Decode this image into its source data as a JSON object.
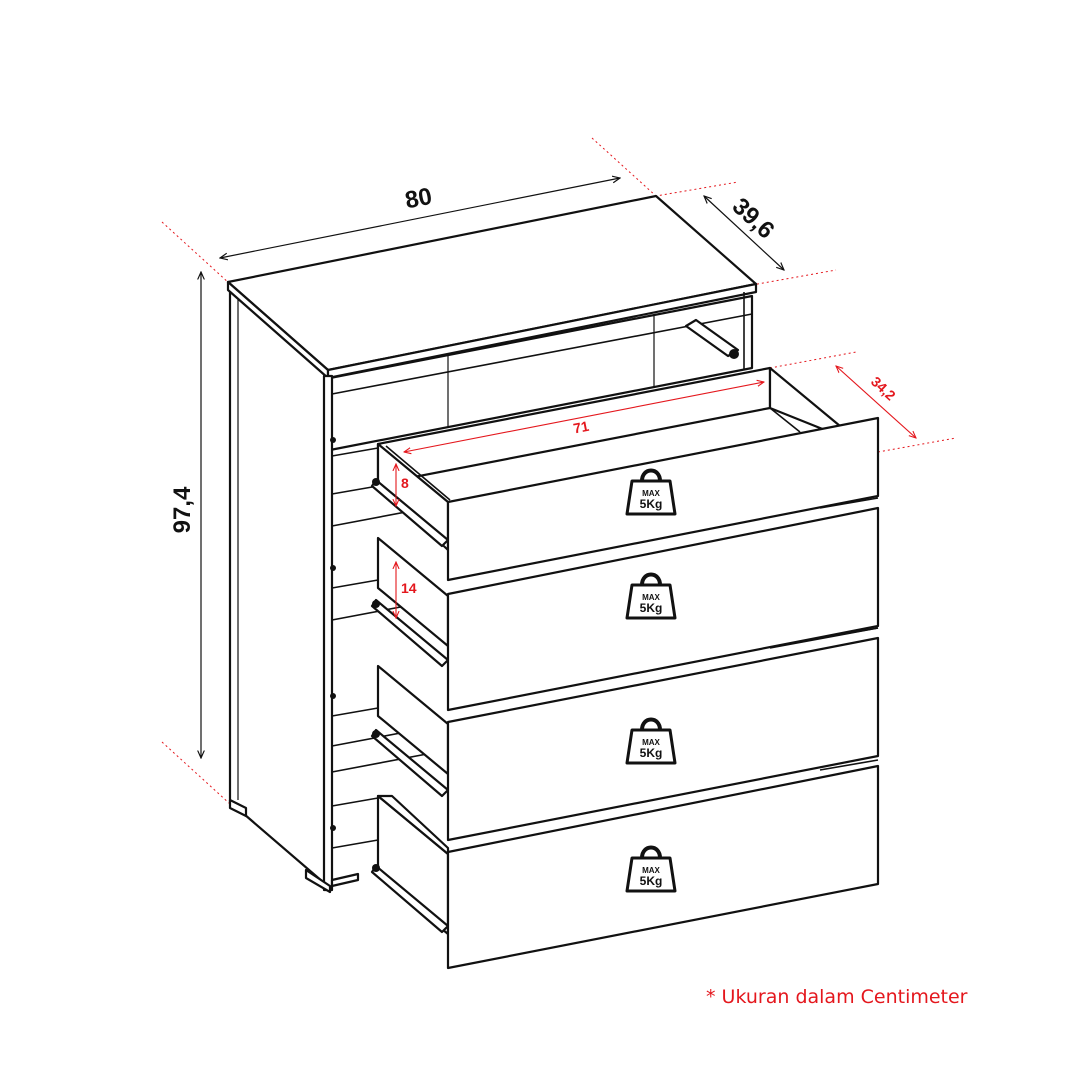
{
  "dimensions": {
    "width": "80",
    "depth": "39,6",
    "height": "97,4",
    "drawer_inner_width": "71",
    "drawer_inner_depth": "34,2",
    "top_drawer_height": "8",
    "drawer_height": "14"
  },
  "weight_limit": {
    "max_label": "MAX",
    "value": "5Kg",
    "icon": "weight-icon"
  },
  "note": "* Ukuran dalam Centimeter",
  "colors": {
    "outline": "#111111",
    "dimension_accent": "#e4171d",
    "background": "#ffffff"
  }
}
